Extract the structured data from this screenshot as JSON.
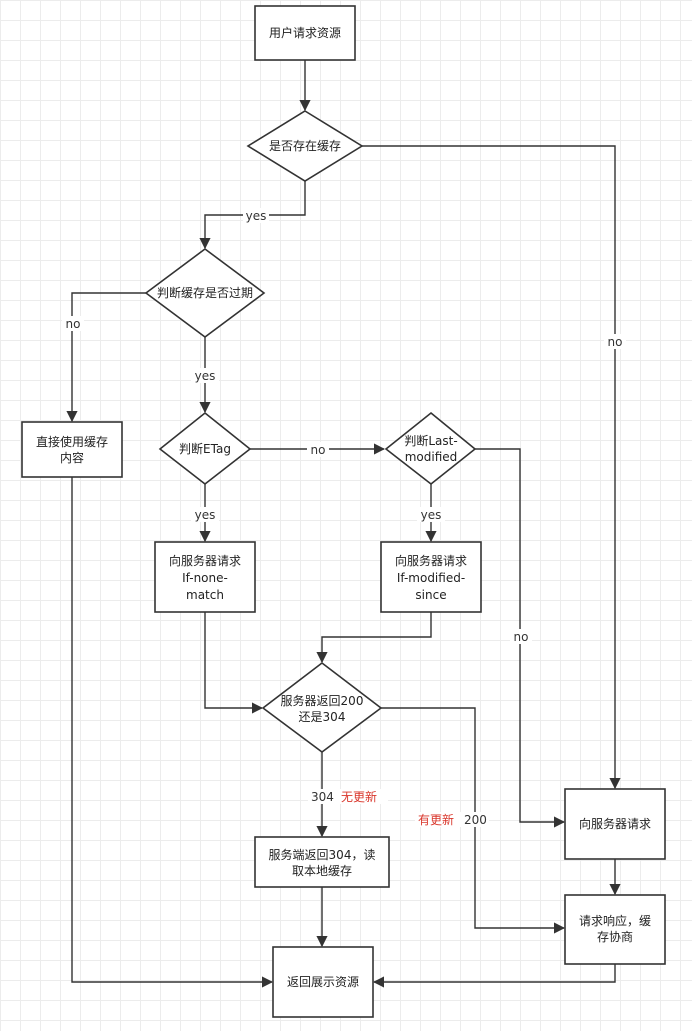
{
  "nodes": {
    "start": "用户请求资源",
    "cache_exists": "是否存在缓存",
    "cache_expired": "判断缓存是否过期",
    "use_cache": [
      "直接使用缓存",
      "内容"
    ],
    "etag": "判断ETag",
    "last_modified": [
      "判断Last-",
      "modified"
    ],
    "req_none_match": [
      "向服务器请求",
      "If-none-",
      "match"
    ],
    "req_modified_since": [
      "向服务器请求",
      "If-modified-",
      "since"
    ],
    "server_return": [
      "服务器返回200",
      "还是304"
    ],
    "server_304": [
      "服务端返回304，读",
      "取本地缓存"
    ],
    "request_server": "向服务器请求",
    "response_cache": [
      "请求响应，缓",
      "存协商"
    ],
    "show": "返回展示资源"
  },
  "edges": {
    "yes": "yes",
    "no": "no",
    "code_304": "304",
    "no_update": "无更新",
    "has_update": "有更新",
    "code_200": "200"
  }
}
